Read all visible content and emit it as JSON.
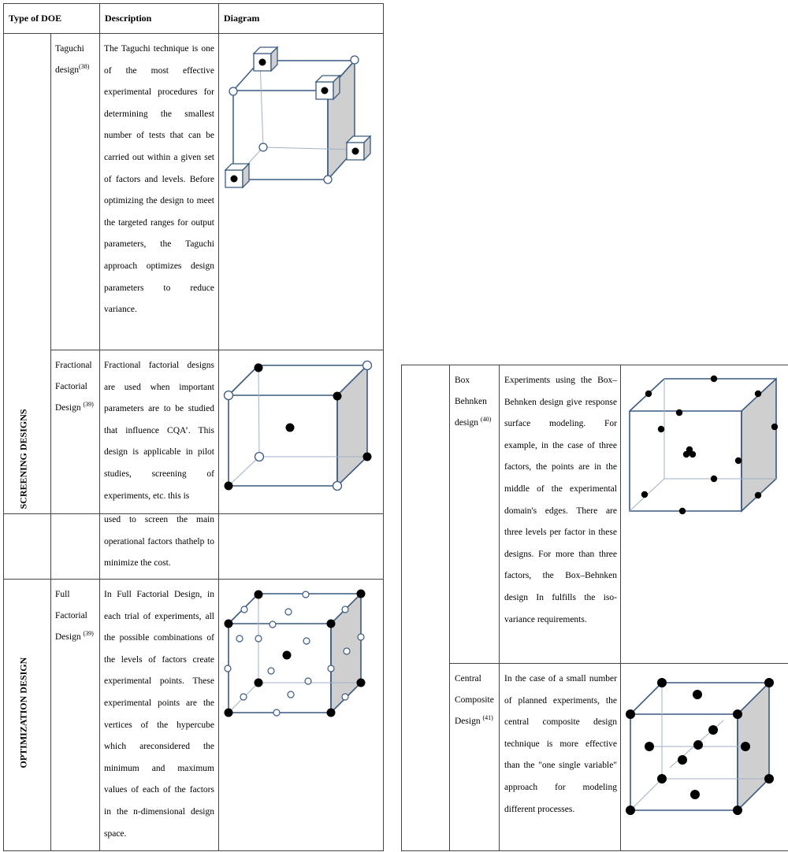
{
  "left_table": {
    "headers": {
      "type": "Type of DOE",
      "description": "Description",
      "diagram": "Diagram"
    },
    "groups": {
      "screening": "SCREENING DESIGNS",
      "optimization": "OPTIMIZATION DESIGN"
    },
    "rows": {
      "taguchi": {
        "name": "Taguchi design",
        "ref": "(38)",
        "description": "The Taguchi technique is one of the most effective experimental procedures for determining the smallest number of tests that can be carried out within a given set of factors and levels. Before optimizing the design to meet the targeted ranges for output parameters, the Taguchi approach optimizes design parameters to reduce variance.",
        "diagram_icon": "cube-taguchi-diagram"
      },
      "fractional": {
        "name": "Fractional Factorial Design",
        "ref": "(39)",
        "description": "Fractional factorial designs are used when important parameters are to be studied that influence CQA’. This design is applicable in pilot studies, screening of experiments, etc. this is",
        "continuation": "used to screen the main operational factors thathelp to minimize the cost.",
        "diagram_icon": "cube-fractional-factorial-diagram"
      },
      "full": {
        "name": "Full Factorial Design",
        "ref": "(39)",
        "description": "In Full Factorial Design, in each trial of experiments, all the possible combinations of the levels of factors create experimental points. These experimental points are the vertices of the hypercube which areconsidered the minimum and maximum values of each of the factors in the n-dimensional design space.",
        "diagram_icon": "cube-full-factorial-diagram"
      }
    }
  },
  "right_table": {
    "rows": {
      "box": {
        "name": "Box Behnken design",
        "ref": "(40)",
        "description": "Experiments using the Box–Behnken design give response surface modeling. For example, in the case of three factors, the points are in the middle of the experimental domain's edges. There are three levels per factor in these designs. For more than three factors, the Box–Behnken design In fulfills the iso-variance requirements.",
        "diagram_icon": "cube-box-behnken-diagram"
      },
      "ccd": {
        "name": "Central Composite Design",
        "ref": "(41)",
        "description": "In the case of a small number of planned experiments, the central composite design technique is more effective than the \"one single variable\" approach for modeling different processes.",
        "diagram_icon": "cube-central-composite-diagram"
      }
    }
  },
  "colors": {
    "cube_edge": "#3b5a80",
    "face_fill": "#cfcfcf",
    "dot": "#000000"
  }
}
